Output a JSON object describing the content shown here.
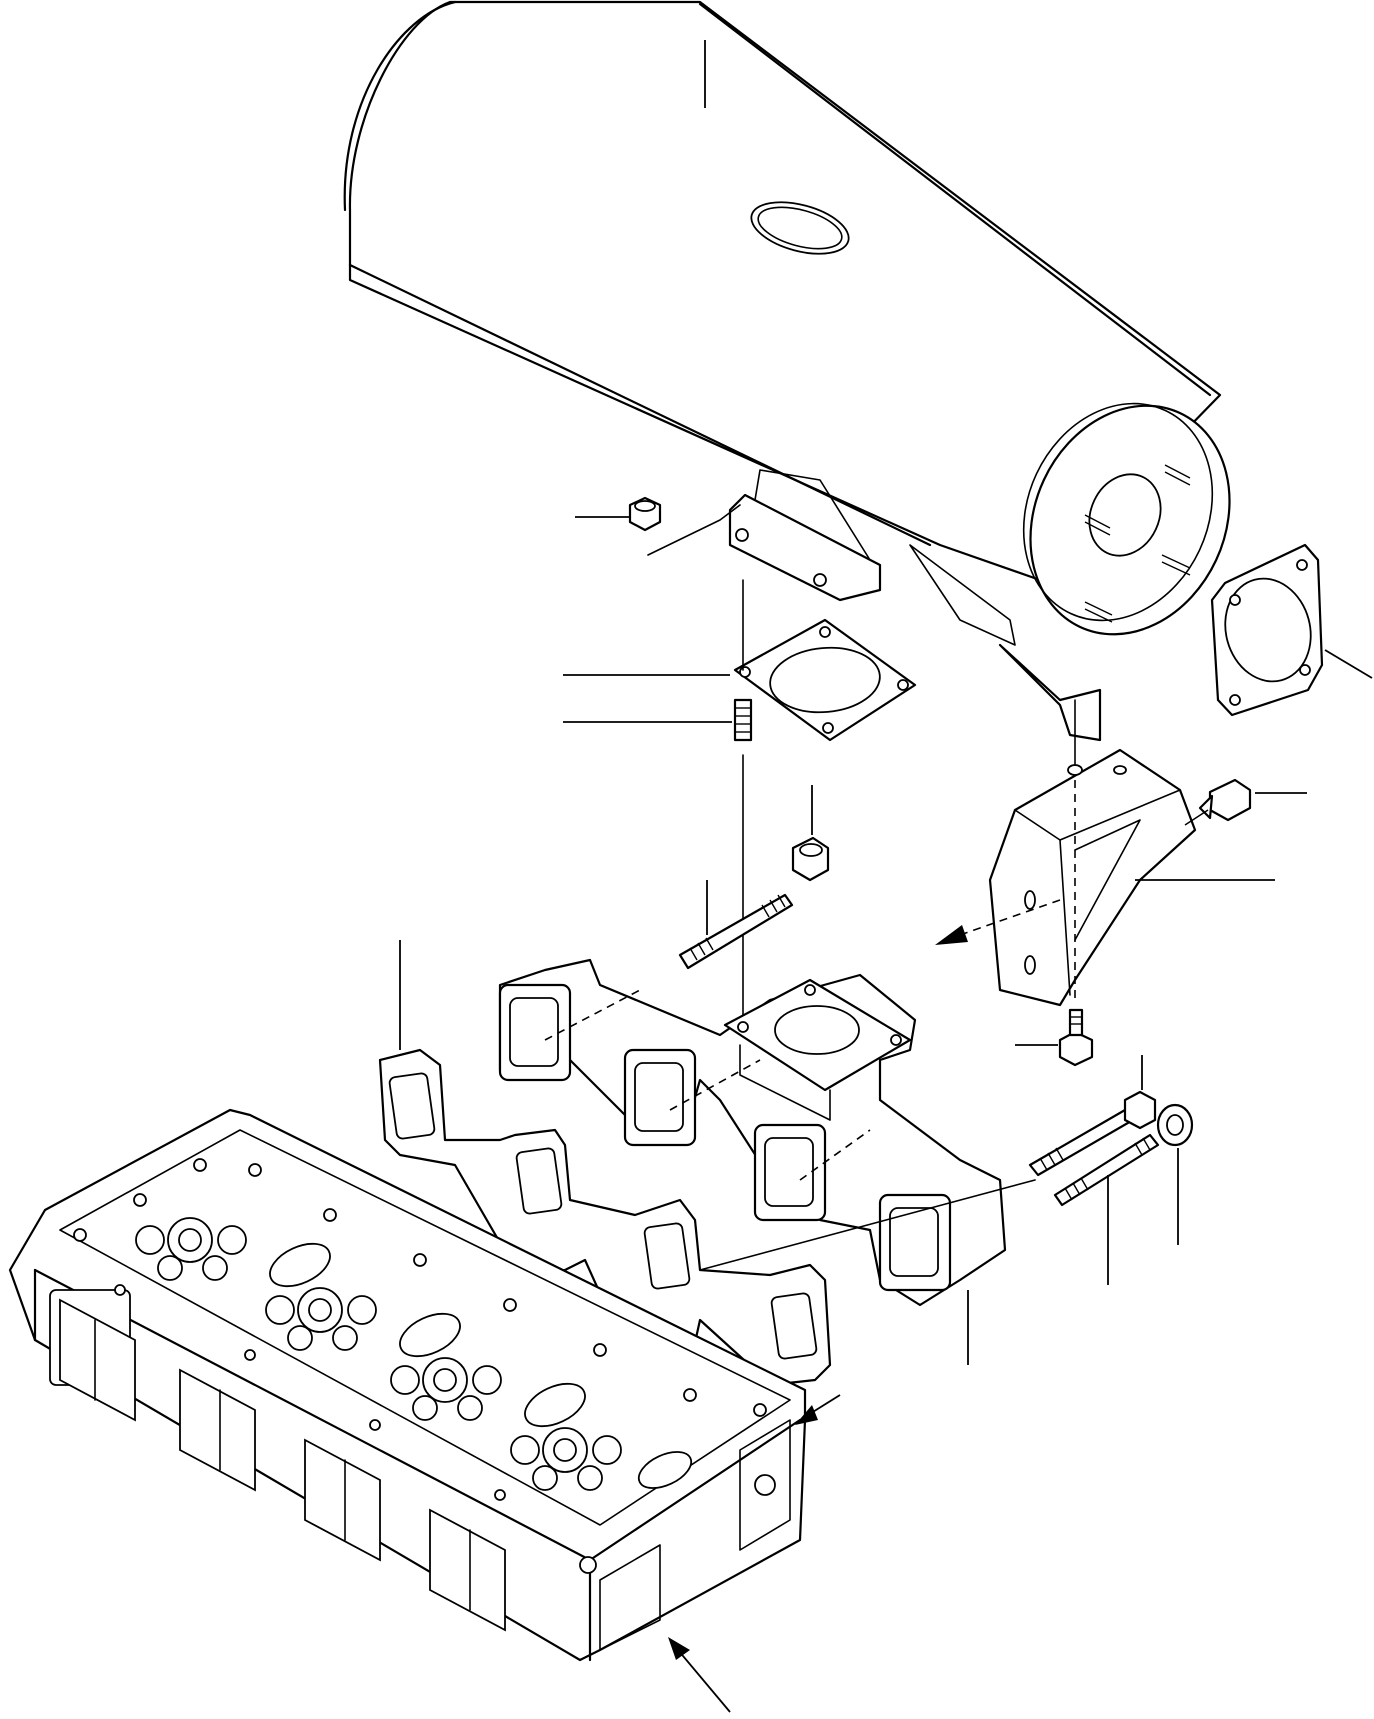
{
  "diagram": {
    "parts": [
      {
        "id": "muffler",
        "icon": "muffler-cylinder"
      },
      {
        "id": "muffler-outlet-gasket",
        "icon": "square-gasket"
      },
      {
        "id": "muffler-flange-nut",
        "icon": "hex-nut"
      },
      {
        "id": "manifold-outlet-gasket",
        "icon": "square-gasket"
      },
      {
        "id": "stud-short",
        "icon": "stud"
      },
      {
        "id": "manifold-stud",
        "icon": "stud"
      },
      {
        "id": "manifold-nut",
        "icon": "hex-nut"
      },
      {
        "id": "muffler-bracket",
        "icon": "bracket"
      },
      {
        "id": "bracket-bolt-upper",
        "icon": "flange-bolt"
      },
      {
        "id": "bracket-bolt-lower",
        "icon": "flange-bolt"
      },
      {
        "id": "exhaust-manifold-gasket",
        "icon": "manifold-gasket"
      },
      {
        "id": "exhaust-manifold",
        "icon": "exhaust-manifold"
      },
      {
        "id": "manifold-bolt",
        "icon": "flange-bolt"
      },
      {
        "id": "manifold-long-bolt",
        "icon": "bolt"
      },
      {
        "id": "manifold-washer",
        "icon": "washer"
      },
      {
        "id": "cylinder-head",
        "icon": "cylinder-head"
      }
    ]
  }
}
